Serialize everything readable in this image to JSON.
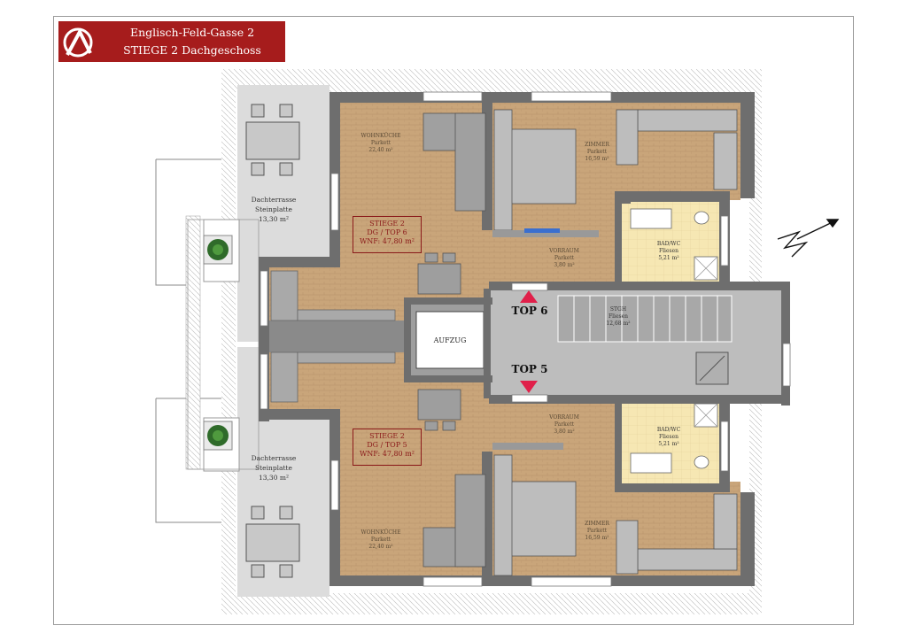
{
  "header": {
    "line1": "Englisch-Feld-Gasse 2",
    "line2": "STIEGE 2   Dachgeschoss",
    "brand_color": "#a61c1c"
  },
  "rooms": {
    "terrace_top": {
      "name": "Dachterrasse",
      "floor": "Steinplatte",
      "area": "13,30 m²"
    },
    "terrace_bottom": {
      "name": "Dachterrasse",
      "floor": "Steinplatte",
      "area": "13,30 m²"
    },
    "kitchen_top": {
      "name": "WOHNKÜCHE",
      "floor": "Parkett",
      "area": "22,40 m²"
    },
    "kitchen_bottom": {
      "name": "WOHNKÜCHE",
      "floor": "Parkett",
      "area": "22,40 m²"
    },
    "room_top": {
      "name": "ZIMMER",
      "floor": "Parkett",
      "area": "16,59 m²"
    },
    "room_bottom": {
      "name": "ZIMMER",
      "floor": "Parkett",
      "area": "16,59 m²"
    },
    "hall_top": {
      "name": "VORRAUM",
      "floor": "Parkett",
      "area": "3,80 m²"
    },
    "hall_bottom": {
      "name": "VORRAUM",
      "floor": "Parkett",
      "area": "3,80 m²"
    },
    "bath_top": {
      "name": "BAD/WC",
      "floor": "Fliesen",
      "area": "5,21 m²"
    },
    "bath_bottom": {
      "name": "BAD/WC",
      "floor": "Fliesen",
      "area": "5,21 m²"
    },
    "stairs": {
      "name": "STGH",
      "floor": "Fliesen",
      "area": "12,68 m²"
    },
    "elevator": {
      "name": "AUFZUG"
    }
  },
  "units": {
    "top6": {
      "line1": "STIEGE 2",
      "line2": "DG / TOP 6",
      "line3": "WNF: 47,80 m²",
      "entry": "TOP 6"
    },
    "top5": {
      "line1": "STIEGE 2",
      "line2": "DG / TOP 5",
      "line3": "WNF: 47,80 m²",
      "entry": "TOP 5"
    }
  },
  "colors": {
    "wall": "#6e6e6e",
    "parquet": "#c9a57a",
    "tiles": "#f6e7b3",
    "terrace": "#dcdcdc",
    "corridor": "#bdbdbd",
    "accent": "#e0204a"
  },
  "icons": {
    "compass": "north-arrow-icon",
    "logo": "brand-logo-icon"
  }
}
